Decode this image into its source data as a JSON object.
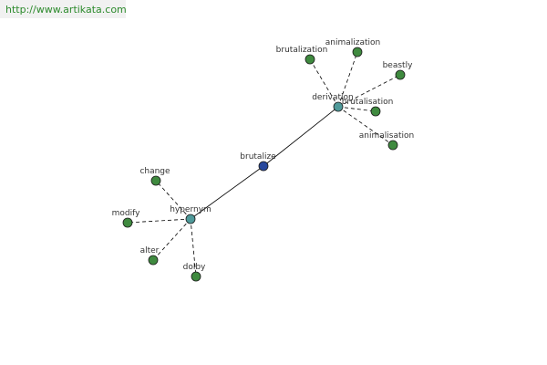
{
  "site": {
    "url": "http://www.artikata.com"
  },
  "colors": {
    "center": "#27479c",
    "relation": "#4f9a9a",
    "leaf": "#3f8a3f",
    "edge": "#000000"
  },
  "graph": {
    "center": "brutalize",
    "relations": [
      {
        "label": "derivation",
        "words": [
          "brutalization",
          "animalization",
          "beastly",
          "brutalisation",
          "animalisation"
        ]
      },
      {
        "label": "hypernym",
        "words": [
          "change",
          "modify",
          "alter",
          "dolby"
        ]
      }
    ]
  }
}
